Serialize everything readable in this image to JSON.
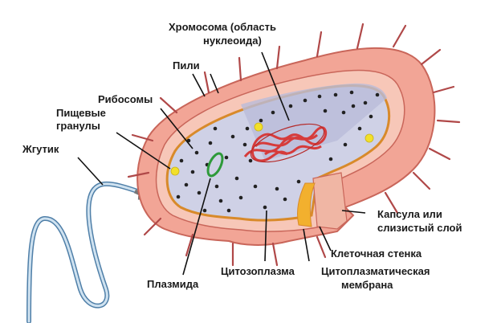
{
  "colors": {
    "capsule": "#f2a596",
    "capsule_edge": "#c9665a",
    "pili": "#b04848",
    "wall": "#f7c7b8",
    "membrane": "#d88a2a",
    "cytoplasm": "#cfd1e6",
    "cytoplasm_top": "#b9bcd9",
    "chromosome": "#d63b3b",
    "plasmid": "#2e9a3a",
    "granule": "#f2e02a",
    "flagellum": "#8fb6d6",
    "flagellum_edge": "#4f7fa8",
    "flap": "#f2b02e"
  },
  "labels": {
    "chromosome": "Хромосома (область",
    "chromosome2": "нуклеоида)",
    "pili": "Пили",
    "ribosomes": "Рибосомы",
    "granules": "Пищевые",
    "granules2": "гранулы",
    "flagellum": "Жгутик",
    "capsule": "Капсула или",
    "capsule2": "слизистый слой",
    "wall": "Клеточная стенка",
    "membrane": "Цитоплазматическая",
    "membrane2": "мембрана",
    "cytoplasm": "Цитозоплазма",
    "plasmid": "Плазмида"
  }
}
